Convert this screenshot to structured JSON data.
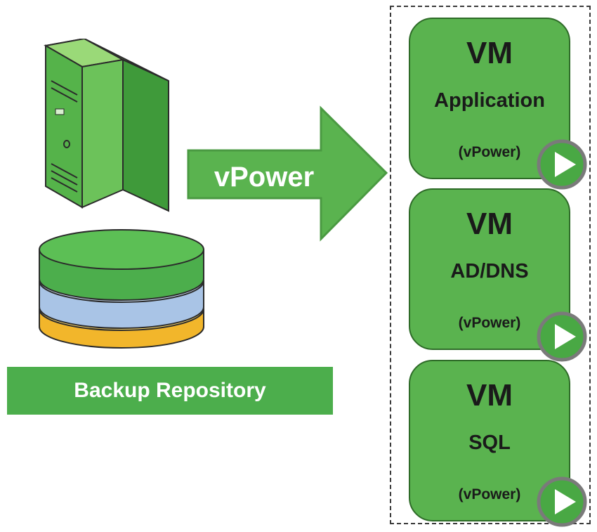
{
  "arrow_label": "vPower",
  "repository_label": "Backup Repository",
  "vms": [
    {
      "title": "VM",
      "role": "Application",
      "mode": "(vPower)"
    },
    {
      "title": "VM",
      "role": "AD/DNS",
      "mode": "(vPower)"
    },
    {
      "title": "VM",
      "role": "SQL",
      "mode": "(vPower)"
    }
  ],
  "colors": {
    "accent_green": "#4cae4c",
    "vm_green": "#5ab34f",
    "disk_blue": "#b8cde8",
    "disk_yellow": "#f7c948"
  },
  "icons": [
    "server-icon",
    "database-icon",
    "play-icon"
  ]
}
